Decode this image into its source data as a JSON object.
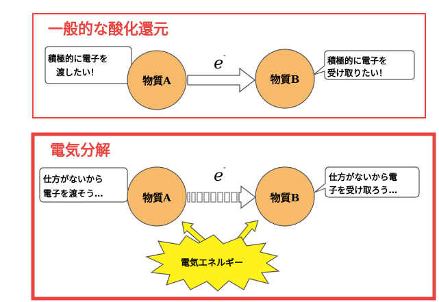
{
  "colors": {
    "frame": "#e8443f",
    "title": "#e8443f",
    "circle_fill": "#f7b96a",
    "circle_stroke": "#555555",
    "energy_fill": "#fff21a",
    "energy_label_fill": "#fff21a"
  },
  "panel1": {
    "title": "一般的な酸化還元",
    "left_bubble": [
      "積極的に電子を",
      "渡したい！"
    ],
    "substance_a": "物質A",
    "substance_b": "物質B",
    "electron": "e",
    "electron_sup": "-",
    "right_bubble": [
      "積極的に電子を",
      "受け取りたい！"
    ],
    "arrow_style": "solid"
  },
  "panel2": {
    "title": "電気分解",
    "left_bubble": [
      "仕方がないから",
      "電子を渡そう…"
    ],
    "substance_a": "物質A",
    "substance_b": "物質B",
    "electron": "e",
    "electron_sup": "-",
    "right_bubble": [
      "仕方がないから電",
      "子を受け取ろう…"
    ],
    "arrow_style": "striped",
    "energy_label": "電気エネルギー"
  }
}
